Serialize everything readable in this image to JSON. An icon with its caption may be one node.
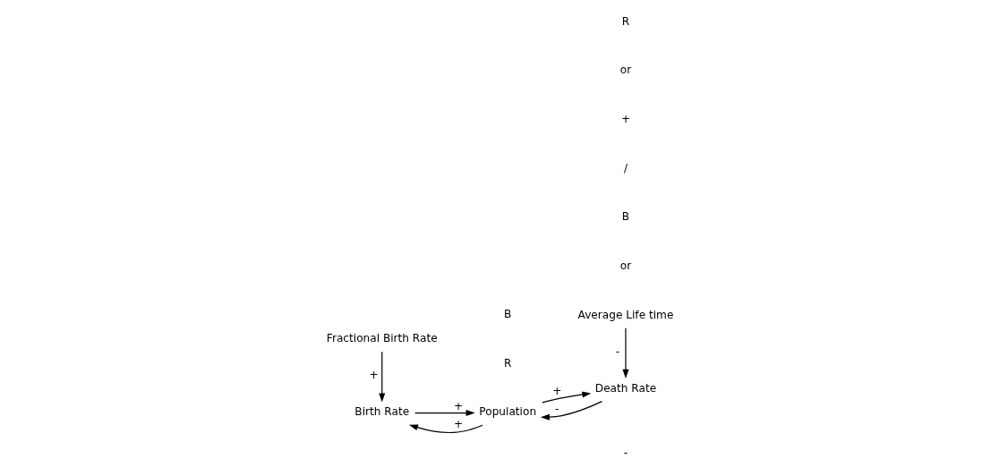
{
  "diagram": {
    "nodes": [
      {
        "text": [
          "Birth Rate"
        ]
      },
      {
        "text": [
          "Population"
        ]
      },
      {
        "text": [
          "Death Rate"
        ]
      },
      {
        "text": [
          "Fractional Birth Rate"
        ]
      },
      {
        "text": [
          "Average Life time"
        ]
      }
    ],
    "edges": [
      {
        "from": 0,
        "to": 1,
        "arrow": "to",
        "label": "+"
      },
      {
        "from": 2,
        "to": 1,
        "arrow": "to",
        "label": "-"
      },
      {
        "from": 1,
        "to": 0,
        "arrow": "to",
        "label": "+"
      },
      {
        "from": 1,
        "to": 2,
        "arrow": "to",
        "label": "+"
      },
      {
        "from": 3,
        "to": 0,
        "arrow": "to",
        "label": "+"
      },
      {
        "from": 4,
        "to": 2,
        "arrow": "to",
        "label": "-"
      }
    ],
    "labels": [
      "R",
      "B",
      "-",
      "or",
      "B",
      "/",
      "+",
      "or",
      "R"
    ]
  }
}
